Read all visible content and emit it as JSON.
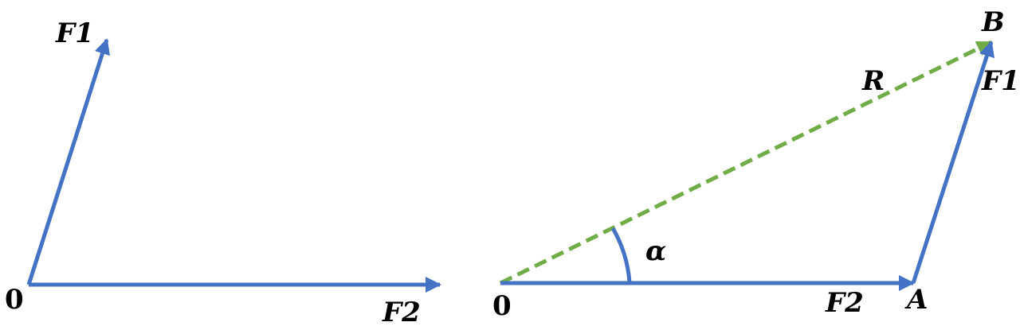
{
  "colors": {
    "vector": "#4472C4",
    "resultant": "#70AD47",
    "text": "#000000"
  },
  "left_figure": {
    "origin_label": "0",
    "force1_label": "F1",
    "force2_label": "F2"
  },
  "right_figure": {
    "origin_label": "0",
    "point_a_label": "A",
    "point_b_label": "B",
    "force1_label": "F1",
    "force2_label": "F2",
    "resultant_label": "R",
    "angle_label": "α"
  }
}
